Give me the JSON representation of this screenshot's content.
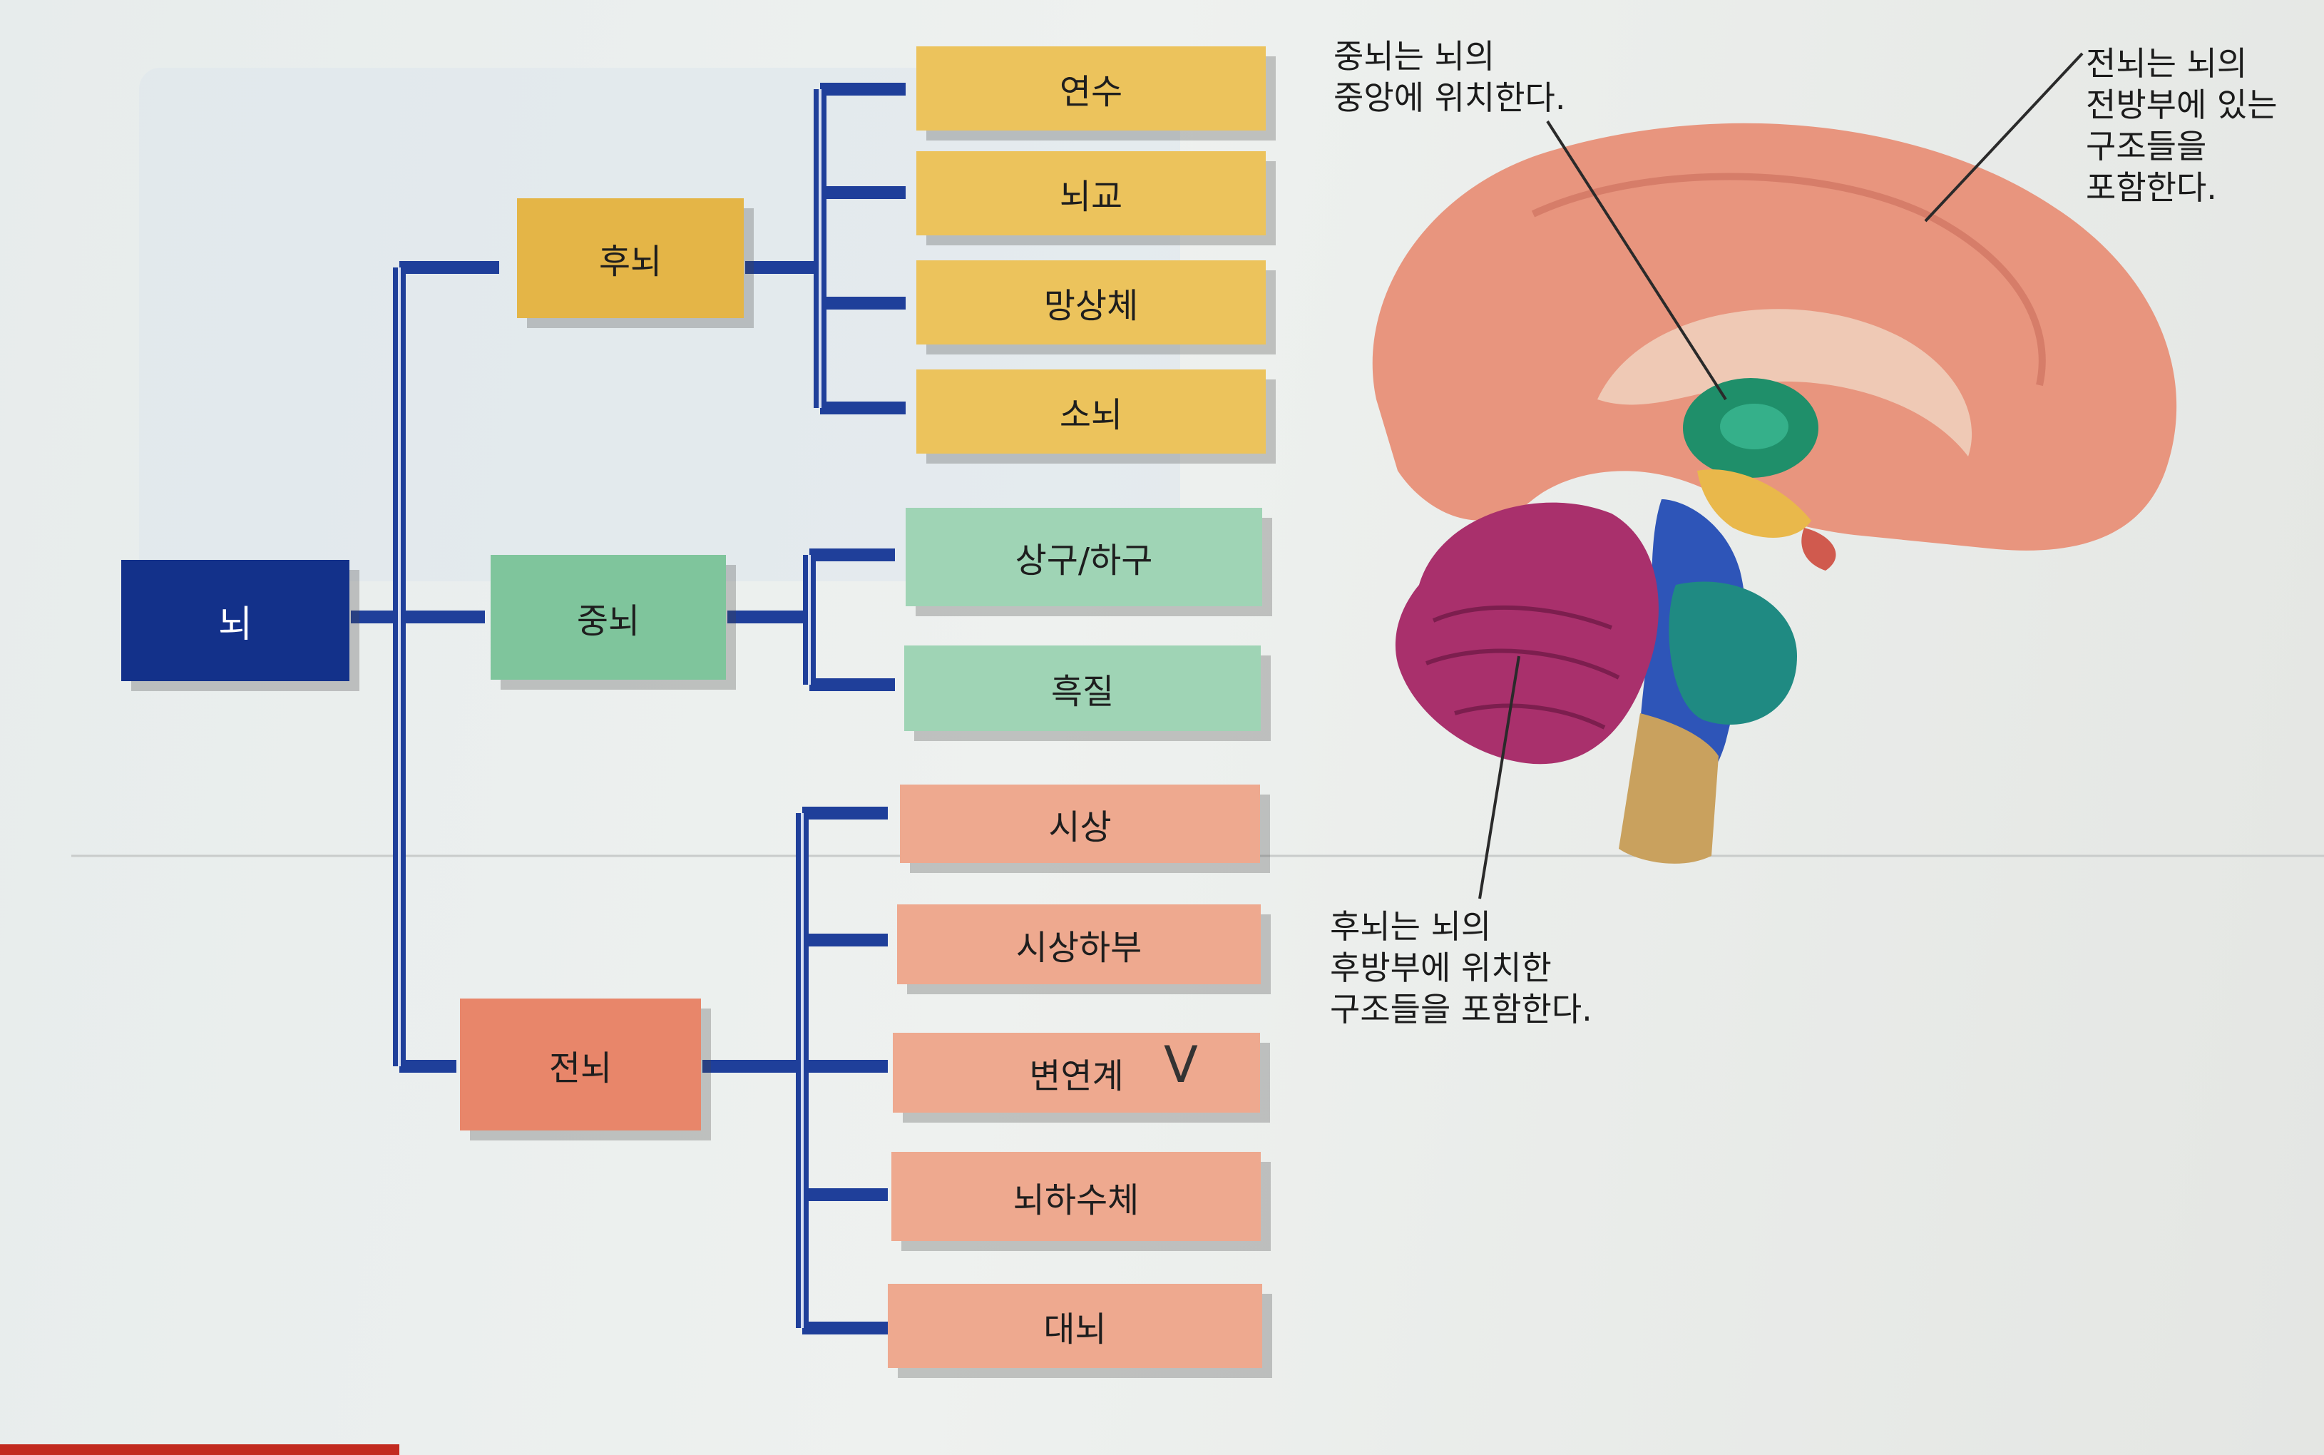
{
  "diagram": {
    "root": "뇌",
    "hindbrain": {
      "label": "후뇌",
      "parts": [
        "연수",
        "뇌교",
        "망상체",
        "소뇌"
      ]
    },
    "midbrain": {
      "label": "중뇌",
      "parts": [
        "상구/하구",
        "흑질"
      ]
    },
    "forebrain": {
      "label": "전뇌",
      "parts": [
        "시상",
        "시상하부",
        "변연계",
        "뇌하수체",
        "대뇌"
      ]
    }
  },
  "callouts": {
    "midbrain_note": "중뇌는 뇌의\n중앙에 위치한다.",
    "forebrain_note": "전뇌는 뇌의\n전방부에 있는\n구조들을\n포함한다.",
    "hindbrain_note": "후뇌는 뇌의\n후방부에 위치한\n구조들을 포함한다."
  },
  "handwritten_mark": "V",
  "colors": {
    "root": "#13318a",
    "connector": "#1f3f9a",
    "hindbrain": "#e4b547",
    "hindbrain_parts": "#ecc35c",
    "midbrain": "#7fc59c",
    "midbrain_parts": "#9fd4b5",
    "forebrain": "#e8866a",
    "forebrain_parts": "#eea98f"
  }
}
